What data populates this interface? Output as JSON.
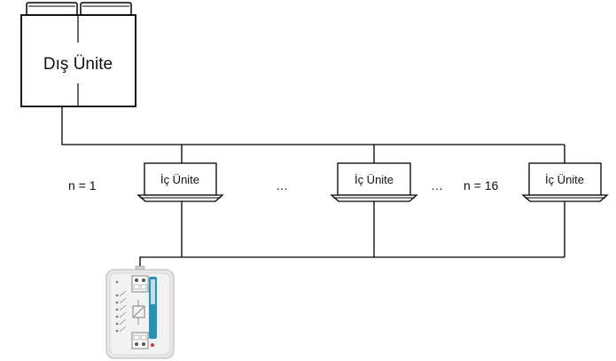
{
  "outdoor_unit": {
    "label": "Dış Ünite"
  },
  "indoor_units": [
    {
      "label": "İç Ünite"
    },
    {
      "label": "İç Ünite"
    },
    {
      "label": "İç Ünite"
    }
  ],
  "annotations": {
    "count_first": "n = 1",
    "count_last": "n = 16",
    "ellipsis_1": "…",
    "ellipsis_2": "…"
  },
  "gateway_device": {
    "icon": "gateway-controller-icon"
  },
  "colors": {
    "line": "#000000",
    "device_body": "#e8e8e8",
    "device_accent": "#2e8fb5"
  }
}
